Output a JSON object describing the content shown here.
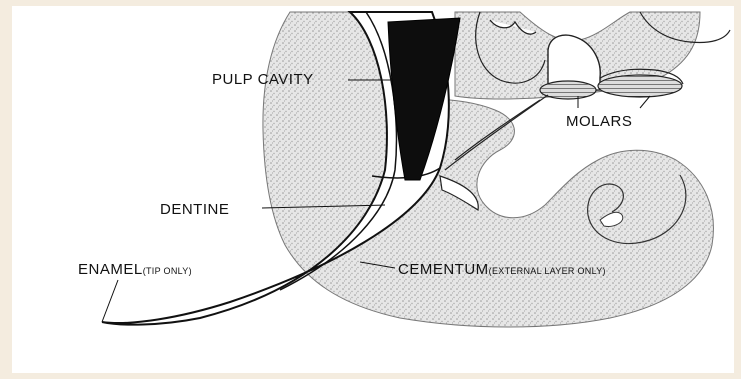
{
  "diagram": {
    "labels": {
      "pulp_cavity": "PULP CAVITY",
      "molars": "MOLARS",
      "dentine": "DENTINE",
      "enamel": "ENAMEL",
      "enamel_note": "(TIP ONLY)",
      "cementum": "CEMENTUM",
      "cementum_note": "(EXTERNAL LAYER ONLY)"
    },
    "colors": {
      "background": "#f4ecdf",
      "bone_stipple": "#c8c8c8",
      "pulp": "#111111",
      "line": "#111111"
    }
  }
}
